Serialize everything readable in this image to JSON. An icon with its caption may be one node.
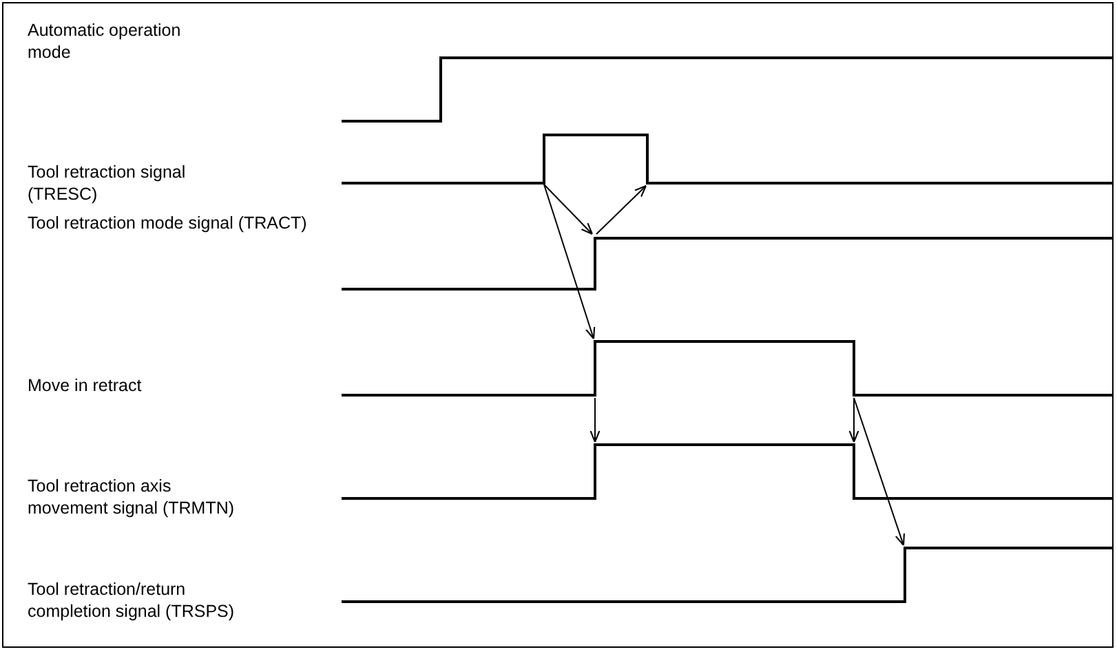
{
  "diagram": {
    "labels": [
      "Automatic operation mode",
      "Tool retraction signal (TRESC)",
      "Tool retraction mode signal (TRACT)",
      "Move in retract",
      "Tool retraction axis movement signal (TRMTN)",
      "Tool retraction/return completion signal (TRSPS)"
    ]
  }
}
